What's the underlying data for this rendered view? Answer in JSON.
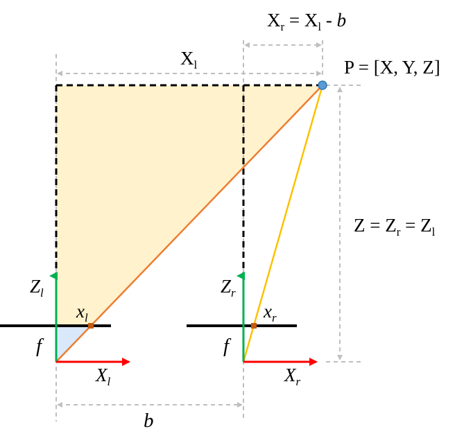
{
  "labels": {
    "Xr_eq": {
      "main": "X",
      "sub": "r",
      "eq": " = X",
      "sub2": "l",
      "rest": " - ",
      "b": "b"
    },
    "Xl_top": {
      "main": "X",
      "sub": "l"
    },
    "P": "P = [X, Y, Z]",
    "Z_eq": {
      "a": "Z = Z",
      "sub1": "r",
      "b": " = Z",
      "sub2": "l"
    },
    "Zl": {
      "main": "Z",
      "sub": "l"
    },
    "Zr": {
      "main": "Z",
      "sub": "r"
    },
    "xl": {
      "main": "x",
      "sub": "l"
    },
    "xr": {
      "main": "x",
      "sub": "r"
    },
    "f_left": "f",
    "f_right": "f",
    "Xl_axis": {
      "main": "X",
      "sub": "l"
    },
    "Xr_axis": {
      "main": "X",
      "sub": "r"
    },
    "b_bottom": "b"
  },
  "colors": {
    "triangle_fill": "#fff2cc",
    "small_triangle_fill": "#dae8fc",
    "ray_left": "#ed7d31",
    "ray_right": "#ffc000",
    "axis_green": "#00b050",
    "axis_red": "#ff0000",
    "dashed_gray": "#bfbfbf",
    "point_fill": "#5b9bd5",
    "image_point": "#c55a11",
    "black": "#000000"
  }
}
